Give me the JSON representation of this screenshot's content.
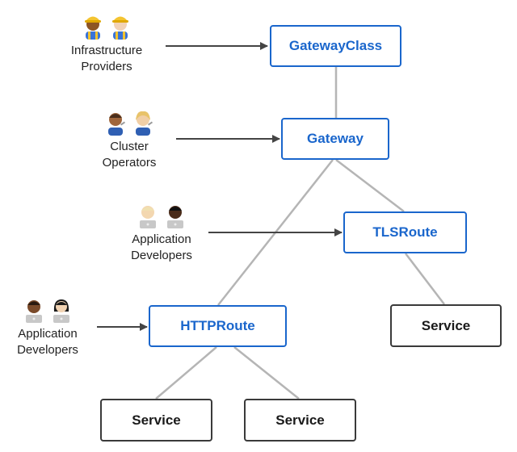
{
  "colors": {
    "resource_accent": "#1a66cc",
    "service_border": "#3a3a3a",
    "connector": "#b5b5b5",
    "arrow": "#444444"
  },
  "nodes": {
    "gatewayclass": "GatewayClass",
    "gateway": "Gateway",
    "tlsroute": "TLSRoute",
    "httproute": "HTTPRoute",
    "service_tls": "Service",
    "service_http_left": "Service",
    "service_http_right": "Service"
  },
  "personas": {
    "infrastructure": {
      "line1": "Infrastructure",
      "line2": "Providers",
      "icons": [
        "construction-worker-icon",
        "construction-worker-icon"
      ]
    },
    "cluster": {
      "line1": "Cluster",
      "line2": "Operators",
      "icons": [
        "mechanic-icon",
        "mechanic-icon"
      ]
    },
    "app_tls": {
      "line1": "Application",
      "line2": "Developers",
      "icons": [
        "technologist-icon",
        "technologist-icon"
      ]
    },
    "app_http": {
      "line1": "Application",
      "line2": "Developers",
      "icons": [
        "technologist-icon",
        "technologist-icon"
      ]
    }
  }
}
